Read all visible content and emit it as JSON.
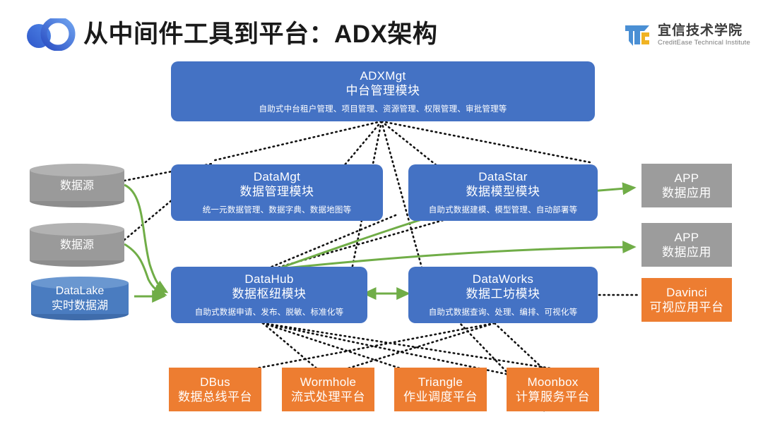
{
  "header": {
    "title": "从中间件工具到平台：ADX架构",
    "logo_icon": "two-overlapping-circles-logo",
    "brand": {
      "mark_icon": "tc-monogram-logo",
      "name_cn": "宜信技术学院",
      "name_en": "CreditEase Technical Institute"
    }
  },
  "colors": {
    "blue": "#4472c4",
    "orange": "#ed7d31",
    "gray": "#9c9c9c",
    "green_arrow": "#70a martinez",
    "green": "#70ad47",
    "dotted": "#000000",
    "title": "#1a1a1a"
  },
  "diagram": {
    "type": "architecture-block-diagram",
    "sources": [
      {
        "id": "source-1",
        "label_cn": "数据源",
        "shape": "cylinder",
        "color": "gray"
      },
      {
        "id": "source-2",
        "label_cn": "数据源",
        "shape": "cylinder",
        "color": "gray"
      },
      {
        "id": "datalake",
        "label_en": "DataLake",
        "label_cn": "实时数据湖",
        "shape": "cylinder",
        "color": "blue"
      }
    ],
    "modules": [
      {
        "id": "adxmgt",
        "name_en": "ADXMgt",
        "name_cn": "中台管理模块",
        "subtitle": "自助式中台租户管理、项目管理、资源管理、权限管理、审批管理等"
      },
      {
        "id": "datamgt",
        "name_en": "DataMgt",
        "name_cn": "数据管理模块",
        "subtitle": "统一元数据管理、数据字典、数据地图等"
      },
      {
        "id": "datastar",
        "name_en": "DataStar",
        "name_cn": "数据模型模块",
        "subtitle": "自助式数据建模、模型管理、自动部署等"
      },
      {
        "id": "datahub",
        "name_en": "DataHub",
        "name_cn": "数据枢纽模块",
        "subtitle": "自助式数据申请、发布、脱敏、标准化等"
      },
      {
        "id": "dataworks",
        "name_en": "DataWorks",
        "name_cn": "数据工坊模块",
        "subtitle": "自助式数据查询、处理、编排、可视化等"
      }
    ],
    "platforms": [
      {
        "id": "dbus",
        "name_en": "DBus",
        "name_cn": "数据总线平台"
      },
      {
        "id": "wormhole",
        "name_en": "Wormhole",
        "name_cn": "流式处理平台"
      },
      {
        "id": "triangle",
        "name_en": "Triangle",
        "name_cn": "作业调度平台"
      },
      {
        "id": "moonbox",
        "name_en": "Moonbox",
        "name_cn": "计算服务平台"
      }
    ],
    "outputs": [
      {
        "id": "app-1",
        "name_en": "APP",
        "name_cn": "数据应用",
        "color": "gray"
      },
      {
        "id": "app-2",
        "name_en": "APP",
        "name_cn": "数据应用",
        "color": "gray"
      },
      {
        "id": "davinci",
        "name_en": "Davinci",
        "name_cn": "可视应用平台",
        "color": "orange"
      }
    ]
  }
}
